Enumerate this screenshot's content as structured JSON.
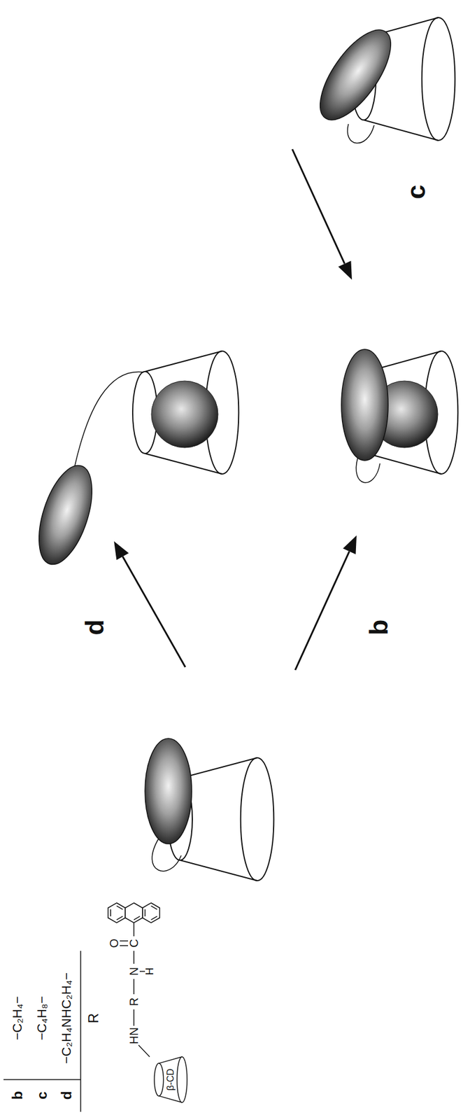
{
  "diagram": {
    "nodes": [
      {
        "text": [
          "β-CD"
        ]
      }
    ],
    "labels": [
      "O",
      "C",
      "N",
      "H",
      "R",
      "HN",
      "R",
      "b",
      "−C₂H₄−",
      "c",
      "−C₄H₈−",
      "d",
      "−C₂H₄NHC₂H₄−",
      "d",
      "b",
      "c"
    ]
  }
}
